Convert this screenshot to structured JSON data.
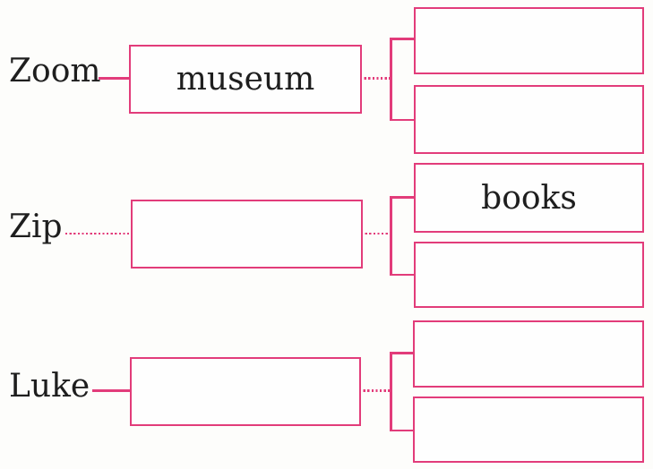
{
  "diagram": {
    "accent_color": "#e23c7a",
    "text_color": "#1e1e1e",
    "rows": [
      {
        "label": "Zoom",
        "middle_box": "museum",
        "right_top_box": "",
        "right_bottom_box": ""
      },
      {
        "label": "Zip",
        "middle_box": "",
        "right_top_box": "books",
        "right_bottom_box": ""
      },
      {
        "label": "Luke",
        "middle_box": "",
        "right_top_box": "",
        "right_bottom_box": ""
      }
    ]
  }
}
